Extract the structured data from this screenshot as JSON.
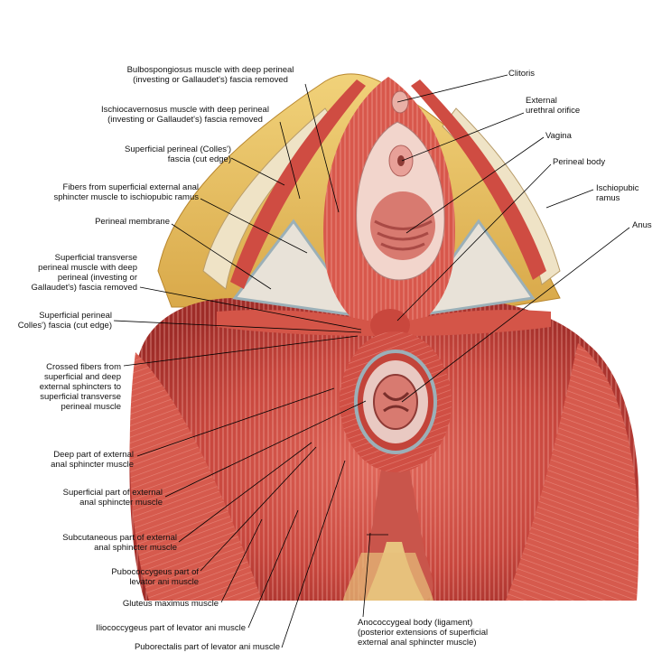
{
  "labels": {
    "bulbospongiosus": "Bulbospongiosus muscle with deep perineal\n(investing or Gallaudet's) fascia removed",
    "ischiocavernosus": "Ischiocavernosus muscle with deep perineal\n(investing or Gallaudet's) fascia removed",
    "superficial_fascia_top": "Superficial perineal (Colles')\nfascia (cut edge)",
    "fibers_sphincter": "Fibers from superficial external anal\nsphincter muscle to ischiopubic ramus",
    "perineal_membrane": "Perineal membrane",
    "superficial_transverse": "Superficial transverse\nperineal muscle with deep\nperineal (investing or\nGallaudet's) fascia removed",
    "superficial_fascia_bottom": "Superficial perineal\nColles') fascia (cut edge)",
    "crossed_fibers": "Crossed fibers from\nsuperficial and deep\nexternal sphincters to\nsuperficial transverse\nperineal muscle",
    "deep_part": "Deep part of external\nanal sphincter muscle",
    "superficial_part": "Superficial part of external\nanal sphincter muscle",
    "subcutaneous_part": "Subcutaneous part of external\nanal sphincter muscle",
    "pubococcygeus": "Pubococcygeus part of\nlevator ani muscle",
    "gluteus": "Gluteus maximus muscle",
    "iliococcygeus": "Iliococcygeus part of levator ani muscle",
    "puborectalis": "Puborectalis part of levator ani muscle",
    "clitoris": "Clitoris",
    "urethral_orifice": "External\nurethral orifice",
    "vagina": "Vagina",
    "perineal_body": "Perineal body",
    "ischiopubic": "Ischiopubic\nramus",
    "anus": "Anus",
    "anococcygeal": "Anococcygeal body (ligament)\n(posterior extensions of superficial\nexternal anal sphincter muscle)"
  }
}
